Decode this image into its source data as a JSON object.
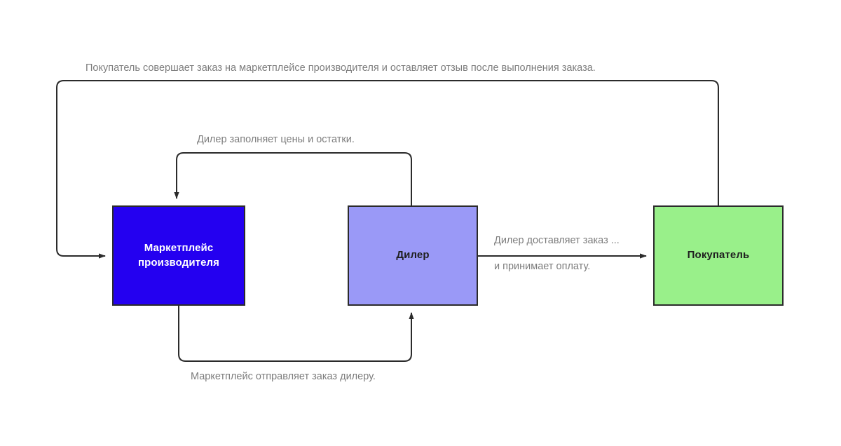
{
  "diagram": {
    "title_text": "Покупатель совершает заказ на маркетплейсе производителя и оставляет отзыв после выполнения заказа.",
    "background_color": "#ffffff",
    "stroke_color": "#2b2b2b",
    "label_color": "#7d7d7d",
    "nodes": [
      {
        "id": "marketplace",
        "label": "Маркетплейс производителя",
        "fill": "#2400f0",
        "text_color": "#ffffff"
      },
      {
        "id": "dealer",
        "label": "Дилер",
        "fill": "#9a99f7",
        "text_color": "#1f1f1f"
      },
      {
        "id": "buyer",
        "label": "Покупатель",
        "fill": "#99f08a",
        "text_color": "#1f1f1f"
      }
    ],
    "edges": [
      {
        "id": "buyer-to-marketplace",
        "from": "buyer",
        "to": "marketplace",
        "label": "Покупатель совершает заказ на маркетплейсе производителя и оставляет отзыв после выполнения заказа."
      },
      {
        "id": "dealer-to-marketplace",
        "from": "dealer",
        "to": "marketplace",
        "label": "Дилер заполняет цены и остатки."
      },
      {
        "id": "marketplace-to-dealer",
        "from": "marketplace",
        "to": "dealer",
        "label": "Маркетплейс отправляет заказ дилеру."
      },
      {
        "id": "dealer-to-buyer",
        "from": "dealer",
        "to": "buyer",
        "label_line1": "Дилер доставляет заказ ...",
        "label_line2": "и принимает оплату."
      }
    ]
  }
}
